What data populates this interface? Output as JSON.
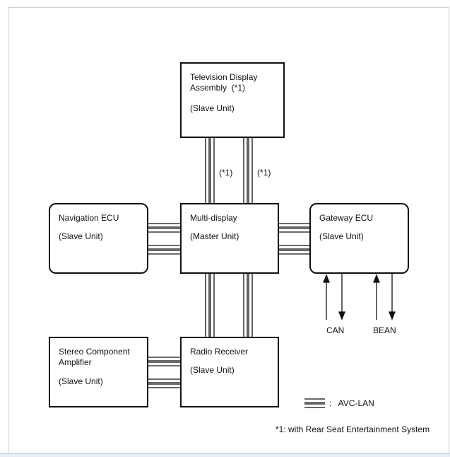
{
  "diagram": {
    "nodes": {
      "tv": {
        "line1": "Television Display",
        "line2": "Assembly  (*1)",
        "role": "(Slave Unit)"
      },
      "multi": {
        "line1": "Multi-display",
        "role": "(Master Unit)"
      },
      "nav": {
        "line1": "Navigation ECU",
        "role": "(Slave Unit)"
      },
      "gateway": {
        "line1": "Gateway ECU",
        "role": "(Slave Unit)"
      },
      "stereo": {
        "line1": "Stereo Component",
        "line2": "Amplifier",
        "role": "(Slave Unit)"
      },
      "radio": {
        "line1": "Radio Receiver",
        "role": "(Slave Unit)"
      }
    },
    "link_labels": {
      "tv_left": "(*1)",
      "tv_right": "(*1)"
    },
    "bus_labels": {
      "can": "CAN",
      "bean": "BEAN"
    },
    "legend": {
      "text": ":   AVC-LAN"
    },
    "footnote": "*1: with Rear Seat Entertainment System"
  }
}
